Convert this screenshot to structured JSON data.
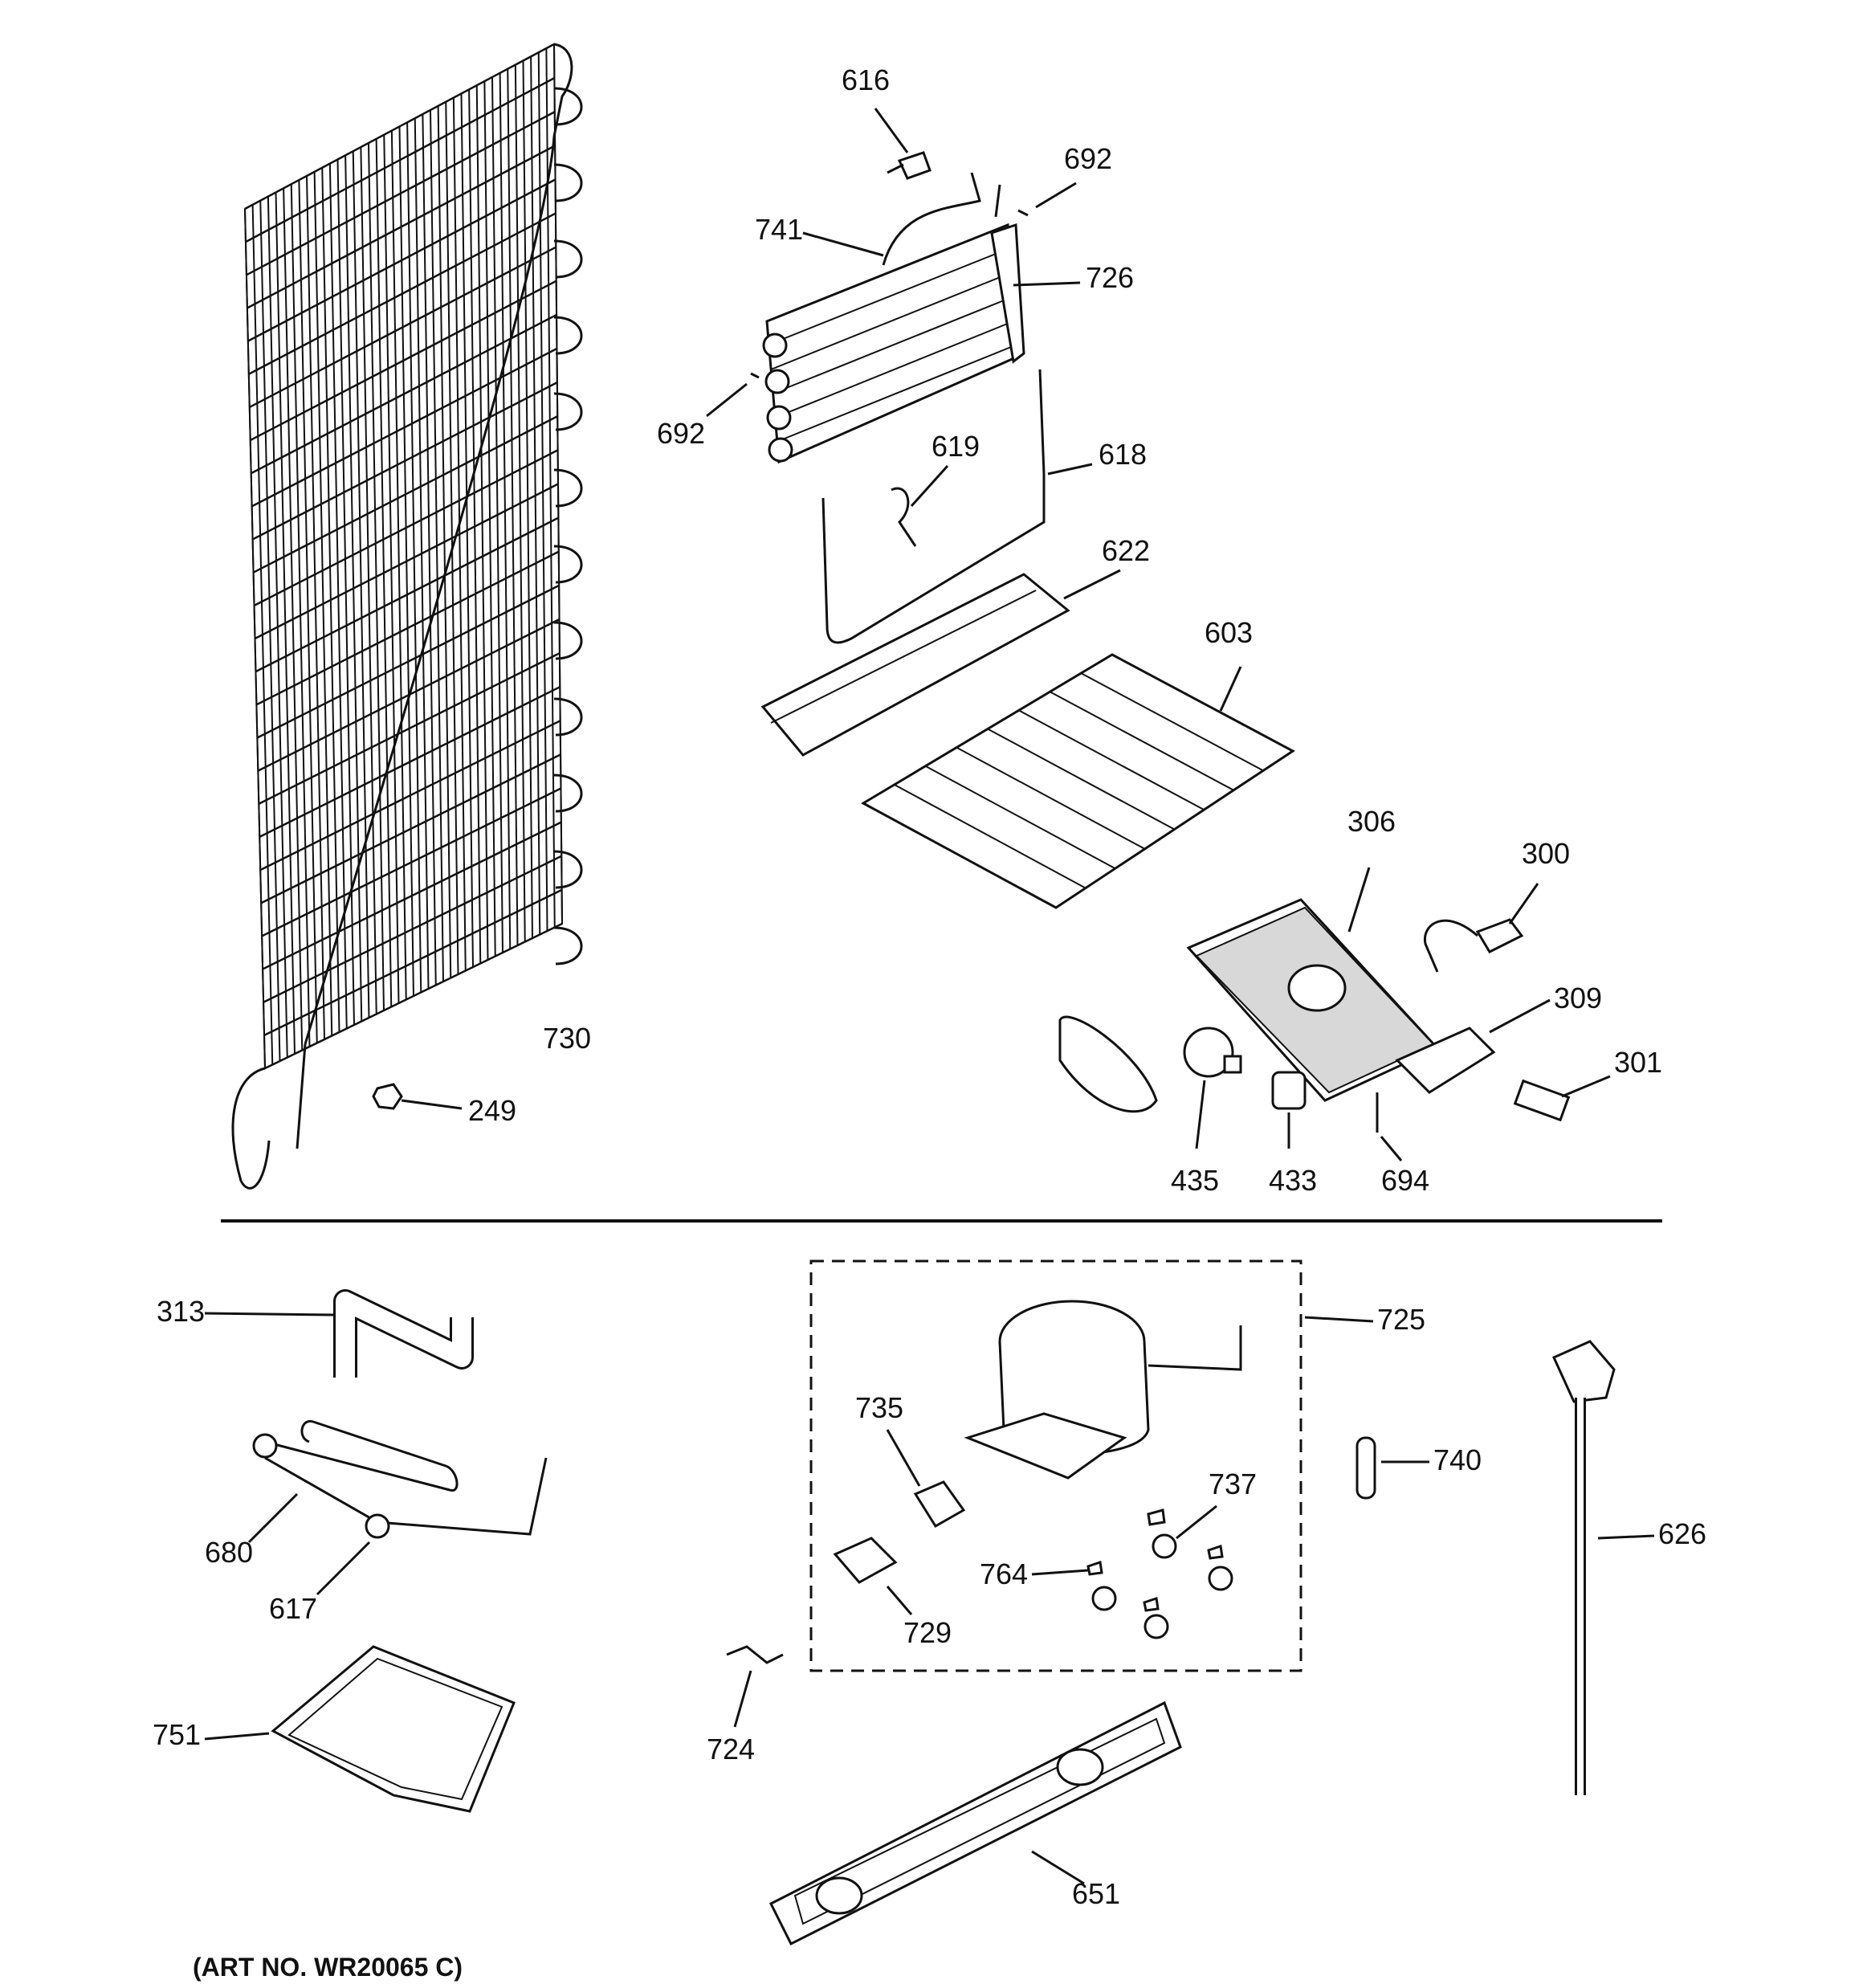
{
  "diagram": {
    "parts": {
      "p616": "616",
      "p692a": "692",
      "p741": "741",
      "p726": "726",
      "p692b": "692",
      "p619": "619",
      "p618": "618",
      "p622": "622",
      "p603": "603",
      "p306": "306",
      "p300": "300",
      "p309": "309",
      "p301": "301",
      "p435": "435",
      "p433": "433",
      "p694": "694",
      "p730": "730",
      "p249": "249",
      "p313": "313",
      "p680": "680",
      "p617": "617",
      "p751": "751",
      "p725": "725",
      "p735": "735",
      "p737": "737",
      "p764": "764",
      "p729": "729",
      "p724": "724",
      "p651": "651",
      "p740": "740",
      "p626": "626"
    },
    "art_number": "(ART NO. WR20065 C)"
  }
}
